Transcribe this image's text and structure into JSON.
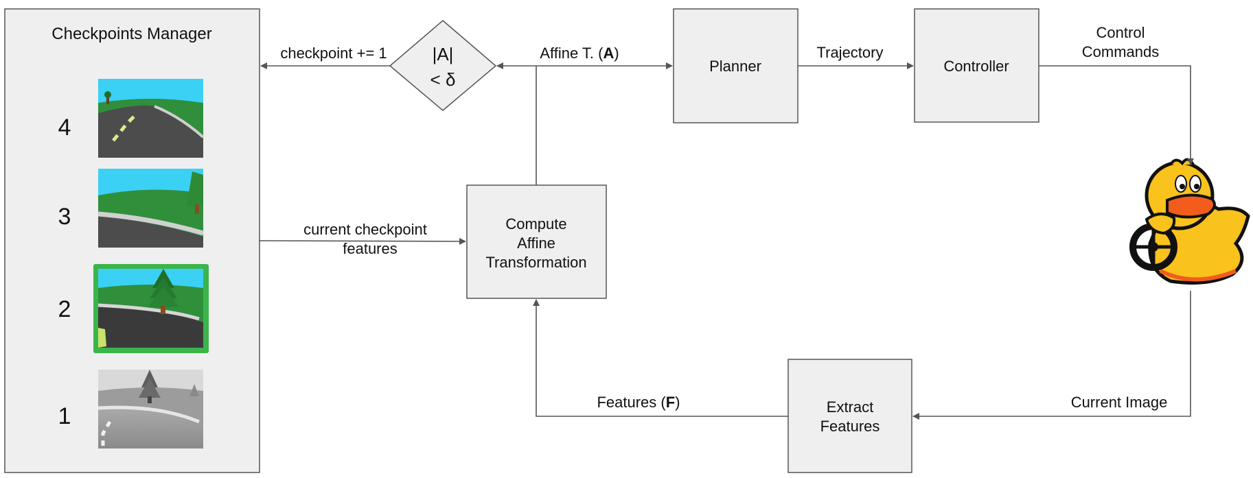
{
  "manager": {
    "title": "Checkpoints Manager",
    "checkpoints": [
      {
        "number": "4",
        "active": false,
        "grayscale": false
      },
      {
        "number": "3",
        "active": false,
        "grayscale": false
      },
      {
        "number": "2",
        "active": true,
        "grayscale": false
      },
      {
        "number": "1",
        "active": false,
        "grayscale": true
      }
    ]
  },
  "decision": {
    "line1": "|A|",
    "line2": "< δ"
  },
  "blocks": {
    "planner": "Planner",
    "controller": "Controller",
    "compute_line1": "Compute",
    "compute_line2": "Affine",
    "compute_line3": "Transformation",
    "extract_line1": "Extract",
    "extract_line2": "Features"
  },
  "edges": {
    "checkpoint_increment": "checkpoint += 1",
    "affine_prefix": "Affine T. (",
    "affine_symbol": "A",
    "affine_suffix": ")",
    "trajectory": "Trajectory",
    "control_line1": "Control",
    "control_line2": "Commands",
    "current_checkpoint_line1": "current checkpoint",
    "current_checkpoint_line2": "features",
    "features_prefix": "Features (",
    "features_symbol": "F",
    "features_suffix": ")",
    "current_image": "Current Image"
  },
  "colors": {
    "active_border": "#3cb44b",
    "sky": "#3ad1f5",
    "grass": "#2f8f3b",
    "road": "#4a4a4a",
    "duck_body": "#f9c21c",
    "duck_beak": "#f25c1d"
  }
}
